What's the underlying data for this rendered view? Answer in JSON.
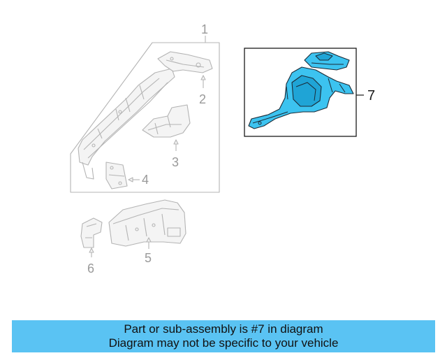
{
  "callouts": {
    "c1": "1",
    "c2": "2",
    "c3": "3",
    "c4": "4",
    "c5": "5",
    "c6": "6",
    "c7": "7"
  },
  "banner": {
    "line1": "Part or sub-assembly is #7 in diagram",
    "line2": "Diagram may not be specific to your vehicle"
  },
  "colors": {
    "highlight_part": "#3cc3f0",
    "banner_background": "#5ac3f3",
    "ghost_lines": "#b4b4b4"
  }
}
